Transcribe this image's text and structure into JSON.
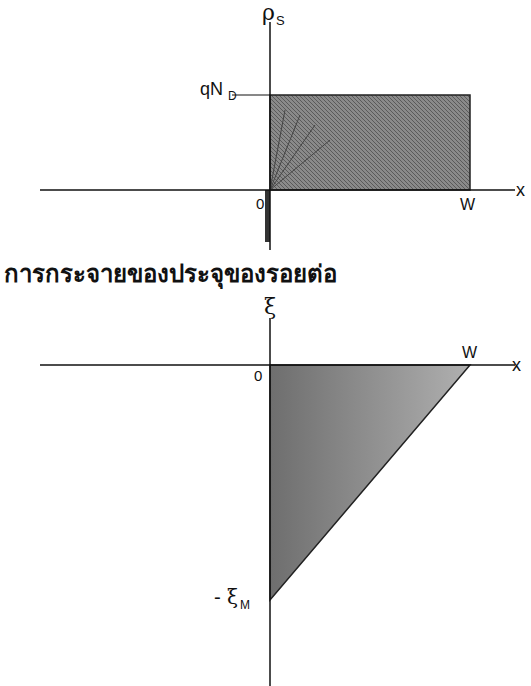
{
  "diagram": {
    "labels": [
      "ρ",
      "S",
      "qN",
      "D",
      "x",
      "0",
      "W",
      "การกระจายของประจุของรอยต่อ",
      "ξ",
      "x",
      "0",
      "W",
      "- ξ",
      "M"
    ]
  }
}
